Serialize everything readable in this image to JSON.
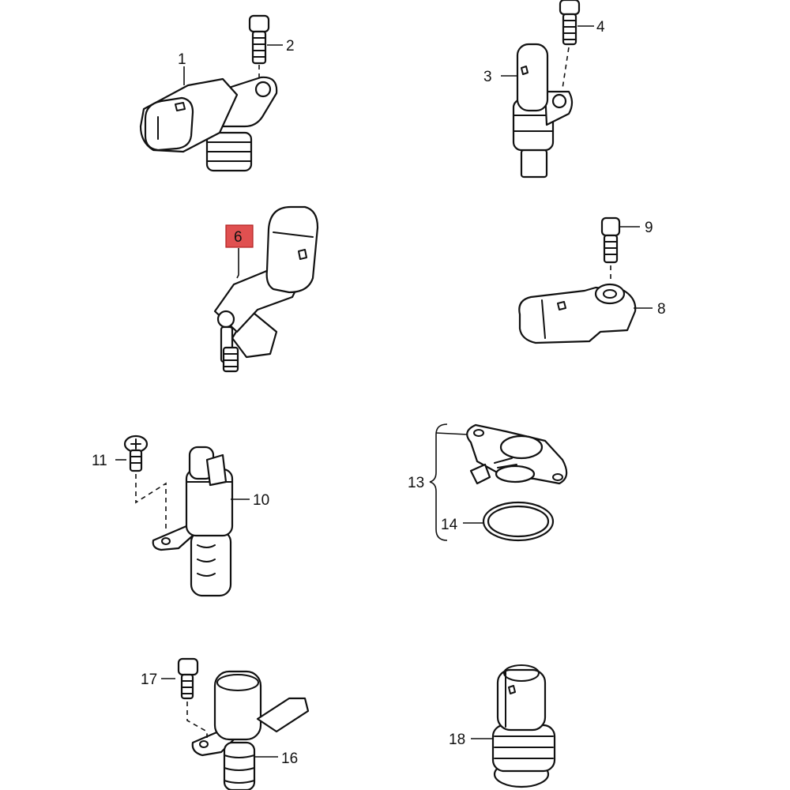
{
  "callouts": {
    "c1": "1",
    "c2": "2",
    "c3": "3",
    "c4": "4",
    "c6": "6",
    "c8": "8",
    "c9": "9",
    "c10": "10",
    "c11": "11",
    "c13": "13",
    "c14": "14",
    "c16": "16",
    "c17": "17",
    "c18": "18"
  },
  "highlight": {
    "callout": "6",
    "color": "#e05050"
  }
}
